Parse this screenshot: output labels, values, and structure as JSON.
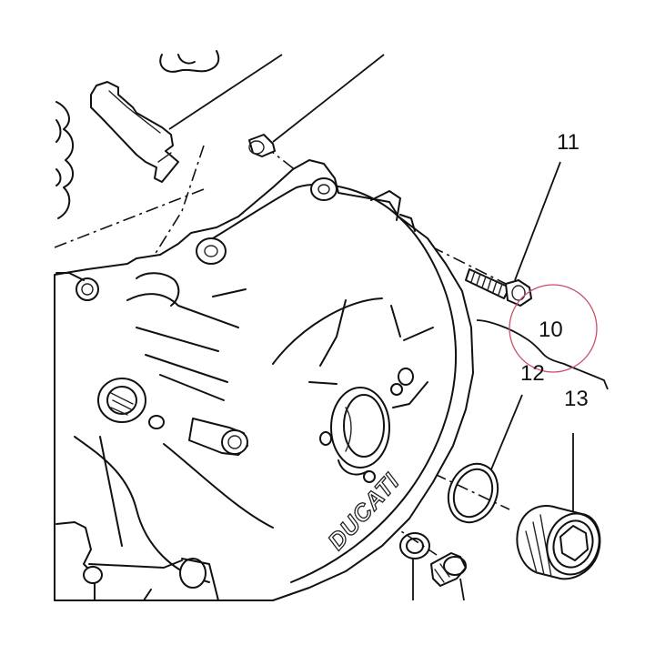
{
  "callouts": {
    "c10": "10",
    "c11": "11",
    "c12": "12",
    "c13": "13"
  },
  "brand": "DUCATI",
  "highlight_color": "#c8506a"
}
